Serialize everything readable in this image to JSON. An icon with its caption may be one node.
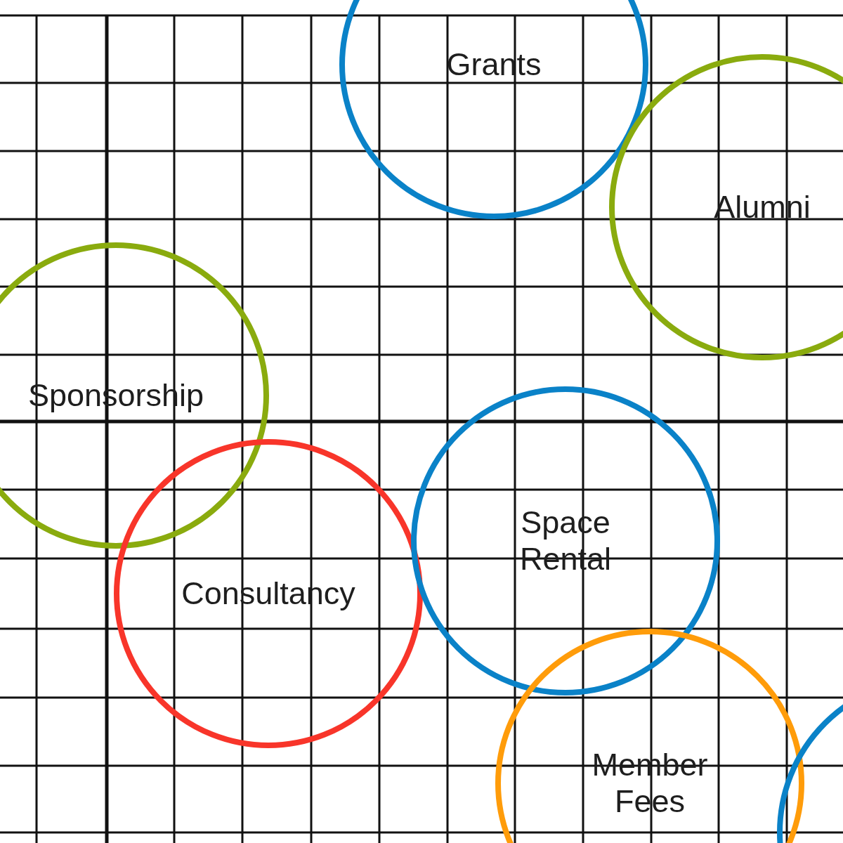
{
  "diagram": {
    "nodes": [
      {
        "text": [
          "Grants"
        ]
      },
      {
        "text": [
          "Alumni"
        ]
      },
      {
        "text": [
          "Sponsorship"
        ]
      },
      {
        "text": [
          "Consultancy"
        ]
      },
      {
        "text": [
          "Space Rental"
        ]
      },
      {
        "text": [
          "Member Fees"
        ]
      },
      {
        "text": [],
        "shape": "circle"
      }
    ]
  }
}
